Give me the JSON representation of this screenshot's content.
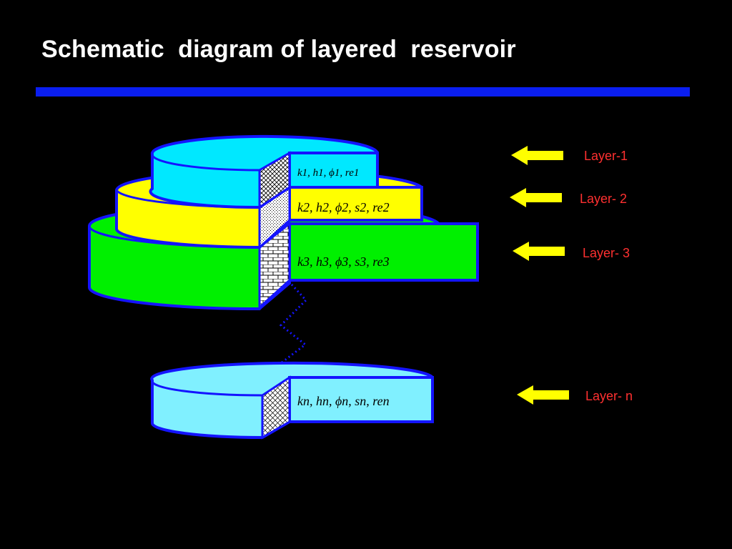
{
  "title": "Schematic  diagram of layered  reservoir",
  "colors": {
    "background": "#000000",
    "title_rule": "#0a1ef0",
    "layer1": "#00e8ff",
    "layer2": "#ffff00",
    "layer3": "#00f000",
    "layern": "#80f0ff",
    "arrow": "#ffff00",
    "label": "#ff3030"
  },
  "layers": [
    {
      "id": "layer1",
      "label": "Layer-1",
      "properties": "k1, h1, ϕ1, re1"
    },
    {
      "id": "layer2",
      "label": "Layer- 2",
      "properties": "k2, h2, ϕ2, s2, re2"
    },
    {
      "id": "layer3",
      "label": "Layer- 3",
      "properties": "k3, h3, ϕ3, s3, re3"
    },
    {
      "id": "layern",
      "label": "Layer- n",
      "properties": "kn, hn, ϕn, sn, ren"
    }
  ]
}
